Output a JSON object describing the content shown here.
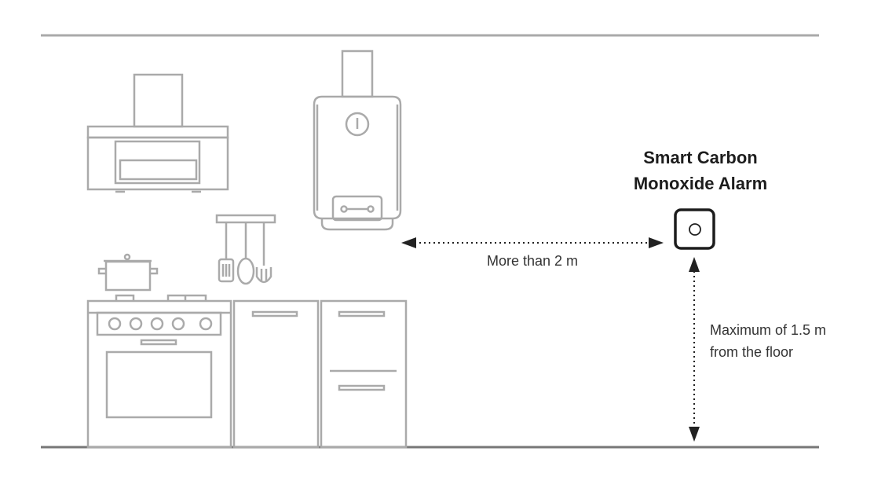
{
  "device": {
    "title_line1": "Smart Carbon",
    "title_line2": "Monoxide Alarm"
  },
  "distance_label": "More than 2 m",
  "height_label": {
    "line1": "Maximum of 1.5 m",
    "line2": "from the floor"
  },
  "colors": {
    "outline": "#aaaaaa",
    "floor": "#777777",
    "alarm": "#1d1d1d",
    "arrow": "#222222"
  }
}
